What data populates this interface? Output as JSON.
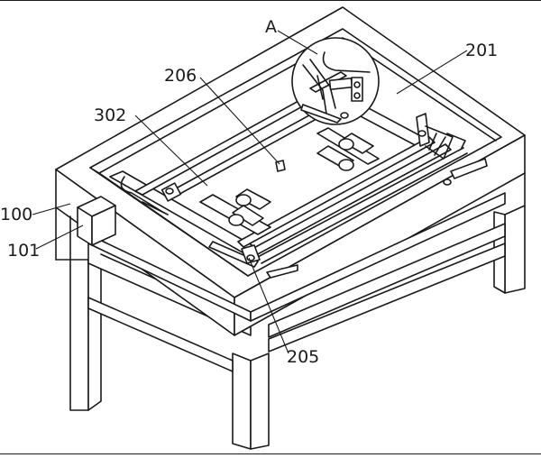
{
  "labels": {
    "A": "A",
    "l201": "201",
    "l206": "206",
    "l302": "302",
    "l100": "100",
    "l101": "101",
    "l205": "205"
  }
}
